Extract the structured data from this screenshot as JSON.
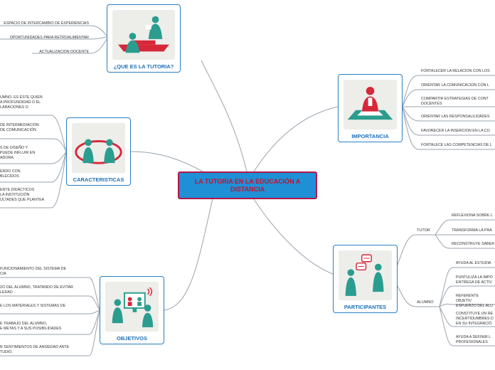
{
  "central": {
    "title": "LA TUTORIA EN LA EDUCACIÓN A DISTANCIA"
  },
  "colors": {
    "central_fill": "#1f8fd6",
    "central_border": "#b0174a",
    "central_text": "#c8102e",
    "card_border": "#2a7fc1",
    "title_blue": "#1d6fb8",
    "teal": "#2a9d8f",
    "red": "#d62839"
  },
  "que_es": {
    "title": "¿QUE ES LA TUTORIA?",
    "icon": "tutoring-meeting-icon",
    "items": [
      "ESPACIO DE INTERCAMBIO DE EXPERIENCIAS",
      "OPORTUNIDADES PARA RETROALIMENTAR",
      "ACTUALIZACION DOCENTE"
    ]
  },
  "caracteristicas": {
    "title": "CARACTERISTICAS",
    "icon": "two-people-circle-icon",
    "items": [
      "UMNO. ES ÉSTE QUIEN\nA PROFUNDIDAD O EL\nLARACIONES O",
      "DE INTERMEDIACIÓN\nDE COMUNICACIÓN",
      "S DE DISEÑO Y\nPUEDE INFLUIR EN\nADORA.",
      "ERDO CON\nBLECIDOS",
      "ENTE DIDÁCTICOS\nLA INSTITUCIÓN\nULTADES QUE PLANTEA"
    ]
  },
  "objetivos": {
    "title": "OBJETIVOS",
    "icon": "online-class-icon",
    "items": [
      "FUNCIONAMIENTO DEL SISTEMA DE\nCIA",
      "ZO DEL ALUMNO, TRATANDO DE EVITAR\nLEDAD",
      "E LOS MATERIALES Y SISTEMAS DE",
      "E TRABAJO DEL ALUMNO,\nE METAS Y A SUS POSIBILIDADES",
      "R SENTIMIENTOS DE ANSIEDAD ANTE\nTUDIO."
    ]
  },
  "importancia": {
    "title": "IMPORTANCIA",
    "icon": "tutor-desk-icon",
    "items": [
      "FORTALECER LA RELACIÓN CON LOS",
      "ORIENTAR LA COMUNICACIÓN CON L",
      "COMPARTIR ESTRATEGIAS DE CONT\nDOCENTES",
      "ORIENTAR LAS RESPONSALILIDADES",
      "FAVORECER LA INSERCIÓN EN LA CO",
      "FORTALECE LAS COMPETENCIAS DE L"
    ]
  },
  "participantes": {
    "title": "PARTICIPANTES",
    "icon": "conversation-icon",
    "tutor": {
      "label": "TUTOR",
      "items": [
        "REFLEXIONA SOBRE L",
        "TRANSFORMA LA PRA",
        "RECONSTRUYE SABER"
      ]
    },
    "alumno": {
      "label": "ALUMNO",
      "items": [
        "AYUDA AL ESTUDIA",
        "PUNTULIZA LA IMPO\nENTREGA DE ACTIV",
        "REFERENTE OBJETIV\nESFUERZO DEL ALU",
        "CONSTITUYE UN RE\nINCERTIDUMBRES D\nEN  SU INTEGRACIÓ",
        "AYUDA A DEFINIR L\nPROFESIONALES"
      ]
    }
  }
}
